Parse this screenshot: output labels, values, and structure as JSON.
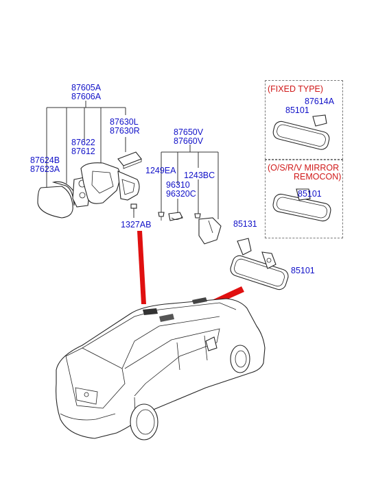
{
  "labels": {
    "mirror_assy_lh": "87605A",
    "mirror_assy_rh": "87606A",
    "mirror_glass_lh": "87624B",
    "mirror_glass_rh": "87623A",
    "actuator_a": "87622",
    "actuator_b": "87612",
    "cover_l": "87630L",
    "cover_r": "87630R",
    "inside_mirror_v": "87650V",
    "inside_mirror_v2": "87660V",
    "screw_1249": "1249EA",
    "screw_1243": "1243BC",
    "harness_a": "96310",
    "harness_b": "96320C",
    "screw_1327": "1327AB",
    "cover_85131": "85131",
    "room_mirror_main": "85101",
    "fixed_type_title": "(FIXED TYPE)",
    "fixed_type_cover": "87614A",
    "fixed_type_mirror": "85101",
    "remocon_title_line1": "(O/S/R/V MIRROR",
    "remocon_title_line2": "REMOCON)",
    "remocon_mirror": "85101"
  },
  "colors": {
    "label_blue": "#1010c8",
    "title_red": "#d01818",
    "pointer_red": "#e01010"
  }
}
